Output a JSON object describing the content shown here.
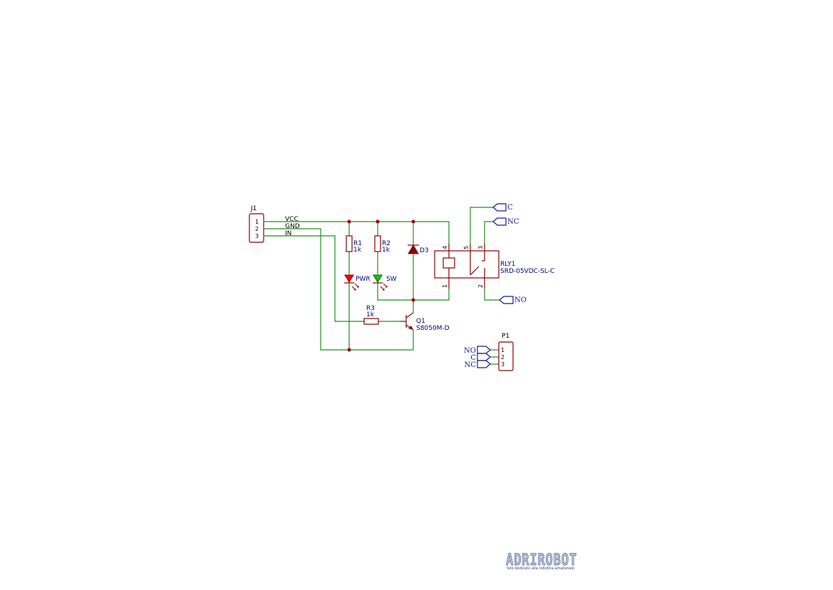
{
  "connector_j1": {
    "ref": "J1",
    "pins": [
      "1",
      "2",
      "3"
    ],
    "nets": [
      "VCC",
      "GND",
      "IN"
    ]
  },
  "resistors": [
    {
      "ref": "R1",
      "value": "1k"
    },
    {
      "ref": "R2",
      "value": "1k"
    },
    {
      "ref": "R3",
      "value": "1k"
    }
  ],
  "leds": [
    {
      "label": "PWR",
      "color": "#ff0000"
    },
    {
      "label": "SW",
      "color": "#00cc00"
    }
  ],
  "diode": {
    "ref": "D3"
  },
  "transistor": {
    "ref": "Q1",
    "value": "S8050M-D"
  },
  "relay": {
    "ref": "RLY1",
    "value": "SRD-05VDC-SL-C",
    "pins": [
      "4",
      "5",
      "3",
      "1",
      "2"
    ]
  },
  "ports": {
    "c": "C",
    "nc": "NC",
    "no": "NO"
  },
  "connector_p1": {
    "ref": "P1",
    "pins": [
      "1",
      "2",
      "3"
    ],
    "ports": [
      "NO",
      "C",
      "NC"
    ]
  },
  "logo": {
    "brand": "ADRIROBOT",
    "tagline": "Sito dedicato alla robotica amatoriale"
  },
  "colors": {
    "wire": "#1f8f1f",
    "component": "#8b0000",
    "value_text": "#00007a",
    "port": "#1a1a90",
    "junction": "#a00000"
  }
}
